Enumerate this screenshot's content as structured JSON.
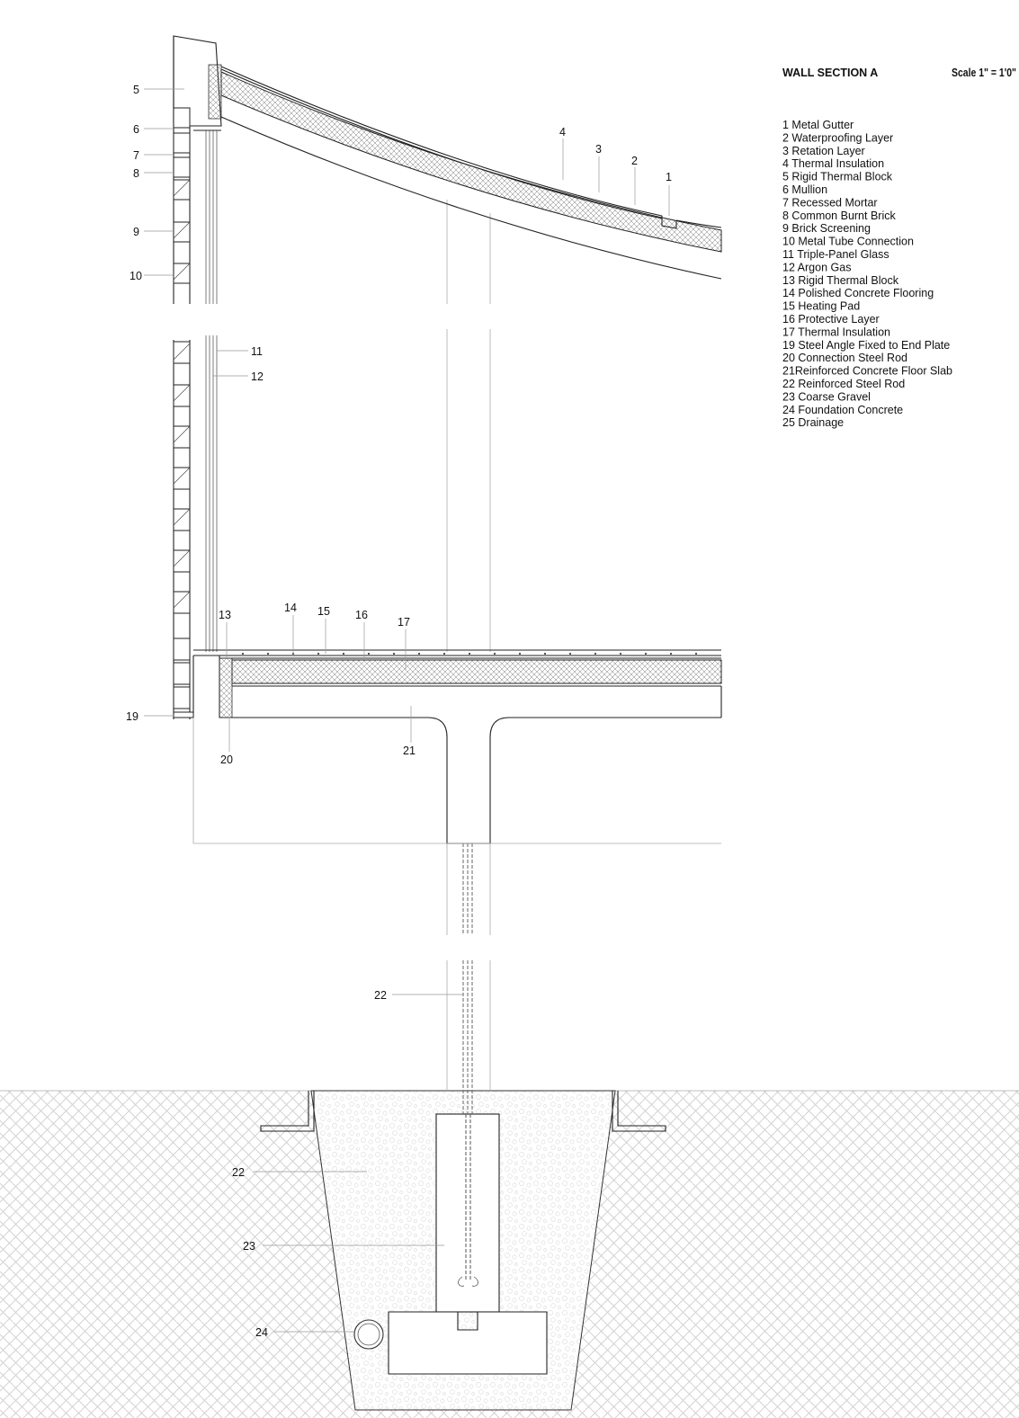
{
  "sheet": {
    "title": "WALL SECTION A",
    "scale": "Scale 1\" = 1'0\""
  },
  "legend": [
    "1  Metal Gutter",
    "2  Waterproofing Layer",
    "3  Retation Layer",
    "4  Thermal Insulation",
    "5  Rigid Thermal Block",
    "6  Mullion",
    "7  Recessed Mortar",
    "8  Common Burnt Brick",
    "9  Brick Screening",
    "10 Metal Tube Connection",
    "11 Triple-Panel Glass",
    "12 Argon Gas",
    "13 Rigid Thermal Block",
    "14 Polished Concrete Flooring",
    "15 Heating Pad",
    "16 Protective Layer",
    "17 Thermal Insulation",
    "19 Steel Angle Fixed to End Plate",
    "20 Connection Steel Rod",
    "21Reinforced Concrete Floor Slab",
    "22 Reinforced Steel Rod",
    "23 Coarse Gravel",
    "24 Foundation Concrete",
    "25 Drainage"
  ],
  "callouts": {
    "c1": "1",
    "c2": "2",
    "c3": "3",
    "c4": "4",
    "c5": "5",
    "c6": "6",
    "c7": "7",
    "c8": "8",
    "c9": "9",
    "c10": "10",
    "c11": "11",
    "c12": "12",
    "c13": "13",
    "c14": "14",
    "c15": "15",
    "c16": "16",
    "c17": "17",
    "c19": "19",
    "c20": "20",
    "c21": "21",
    "c22a": "22",
    "c22b": "22",
    "c23": "23",
    "c24": "24"
  },
  "colors": {
    "line": "#222222",
    "ground_hatch": "#cfcfcf",
    "gravel": "#dddddd"
  }
}
